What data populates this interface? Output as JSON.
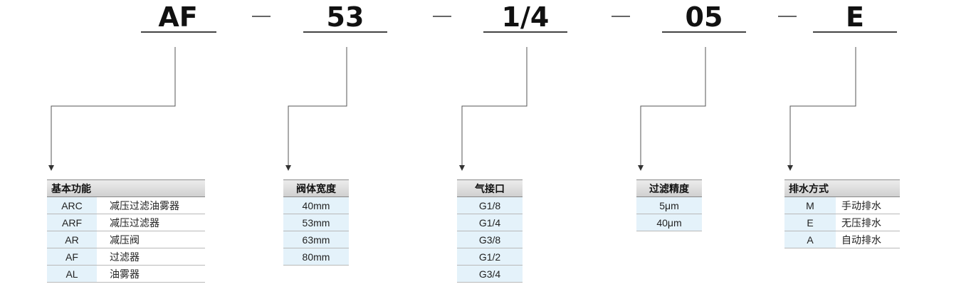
{
  "code": [
    {
      "id": "AF",
      "text": "AF"
    },
    {
      "id": "53",
      "text": "53"
    },
    {
      "id": "1-4",
      "text": "1/4"
    },
    {
      "id": "05",
      "text": "05"
    },
    {
      "id": "E",
      "text": "E"
    }
  ],
  "tables": {
    "function": {
      "header": "基本功能",
      "rows": [
        {
          "code": "ARC",
          "desc": "减压过滤油雾器"
        },
        {
          "code": "ARF",
          "desc": "减压过滤器"
        },
        {
          "code": "AR",
          "desc": "减压阀"
        },
        {
          "code": "AF",
          "desc": "过滤器"
        },
        {
          "code": "AL",
          "desc": "油雾器"
        }
      ]
    },
    "width": {
      "header": "阀体宽度",
      "rows": [
        "40mm",
        "53mm",
        "63mm",
        "80mm"
      ]
    },
    "port": {
      "header": "气接口",
      "rows": [
        "G1/8",
        "G1/4",
        "G3/8",
        "G1/2",
        "G3/4"
      ]
    },
    "filter": {
      "header": "过滤精度",
      "rows": [
        "5μm",
        "40μm"
      ]
    },
    "drain": {
      "header": "排水方式",
      "rows": [
        {
          "code": "M",
          "desc": "手动排水"
        },
        {
          "code": "E",
          "desc": "无压排水"
        },
        {
          "code": "A",
          "desc": "自动排水"
        }
      ]
    }
  }
}
